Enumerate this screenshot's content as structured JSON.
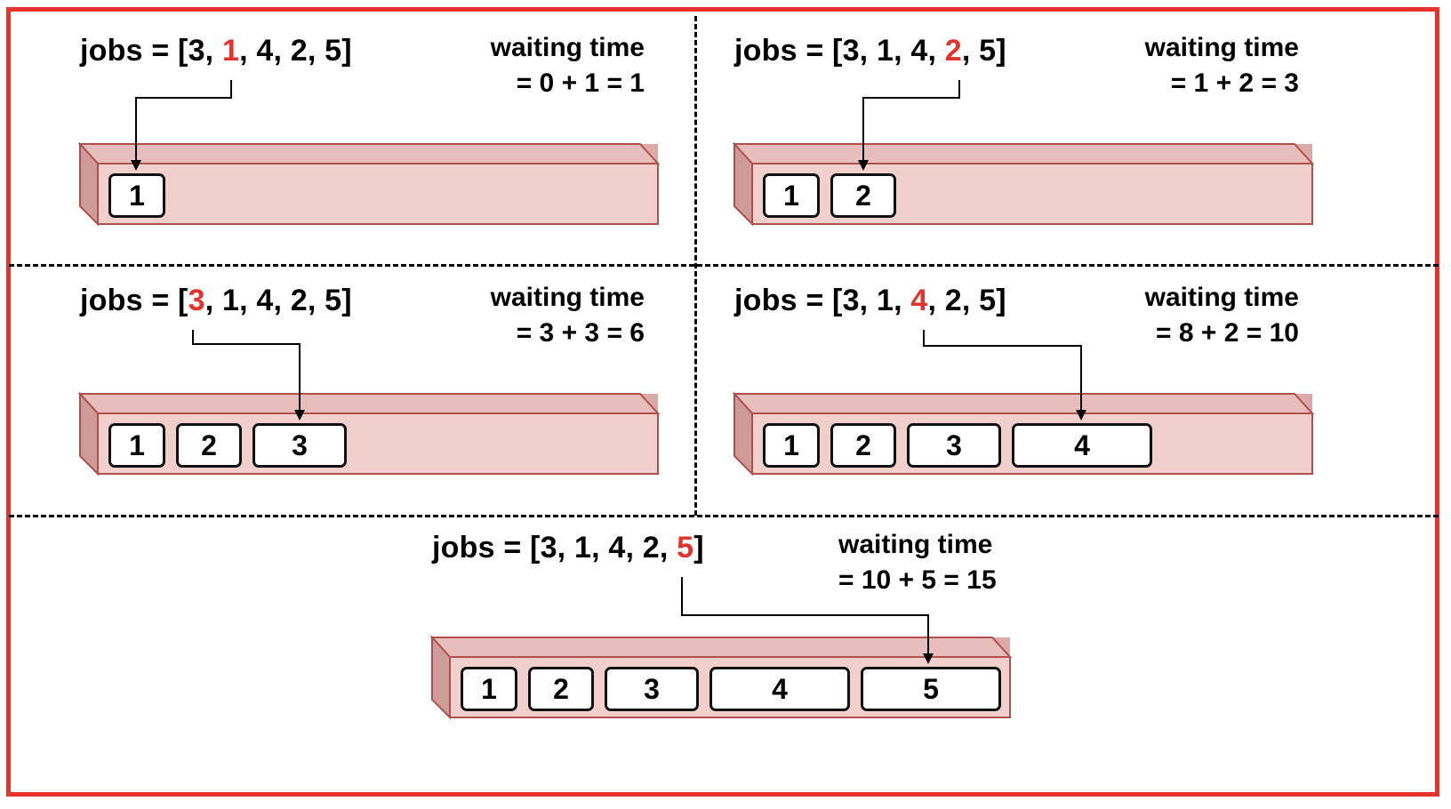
{
  "colors": {
    "highlight": "#e5322d",
    "tube_fill": "#f1cfcd",
    "tube_side": "#dcaaa8",
    "tube_stroke": "#b0504c",
    "frame": "#e5322d"
  },
  "panels": [
    {
      "jobs_prefix": "jobs = [3, ",
      "jobs_hl": "1",
      "jobs_suffix": ", 4, 2, 5]",
      "wait_line1": "waiting time",
      "wait_line2": "= 0 + 1 = 1",
      "slots": [
        "1"
      ]
    },
    {
      "jobs_prefix": "jobs = [3, 1, 4, ",
      "jobs_hl": "2",
      "jobs_suffix": ", 5]",
      "wait_line1": "waiting time",
      "wait_line2": "= 1 + 2 = 3",
      "slots": [
        "1",
        "2"
      ]
    },
    {
      "jobs_prefix": "jobs = [",
      "jobs_hl": "3",
      "jobs_suffix": ", 1, 4, 2, 5]",
      "wait_line1": "waiting time",
      "wait_line2": "= 3 + 3 = 6",
      "slots": [
        "1",
        "2",
        "3"
      ]
    },
    {
      "jobs_prefix": "jobs = [3, 1, ",
      "jobs_hl": "4",
      "jobs_suffix": ", 2, 5]",
      "wait_line1": "waiting time",
      "wait_line2": "= 8 + 2 = 10",
      "slots": [
        "1",
        "2",
        "3",
        "4"
      ]
    },
    {
      "jobs_prefix": "jobs = [3, 1, 4, 2, ",
      "jobs_hl": "5",
      "jobs_suffix": "]",
      "wait_line1": "waiting time",
      "wait_line2": "= 10 + 5 = 15",
      "slots": [
        "1",
        "2",
        "3",
        "4",
        "5"
      ]
    }
  ]
}
